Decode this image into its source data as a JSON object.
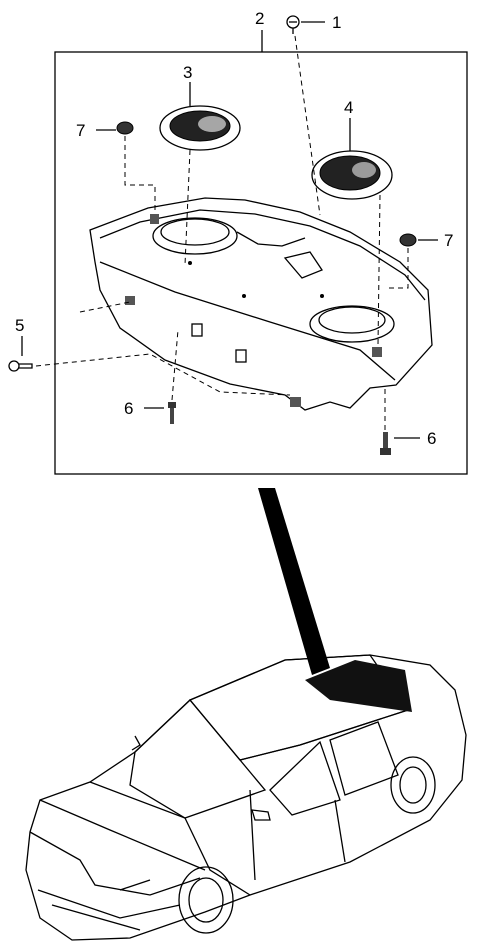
{
  "callouts": [
    {
      "id": "c1",
      "text": "1"
    },
    {
      "id": "c2",
      "text": "2"
    },
    {
      "id": "c3",
      "text": "3"
    },
    {
      "id": "c4",
      "text": "4"
    },
    {
      "id": "c5",
      "text": "5"
    },
    {
      "id": "c6a",
      "text": "6"
    },
    {
      "id": "c6b",
      "text": "6"
    },
    {
      "id": "c7a",
      "text": "7"
    },
    {
      "id": "c7b",
      "text": "7"
    }
  ],
  "colors": {
    "line": "#000000",
    "background": "#ffffff"
  }
}
